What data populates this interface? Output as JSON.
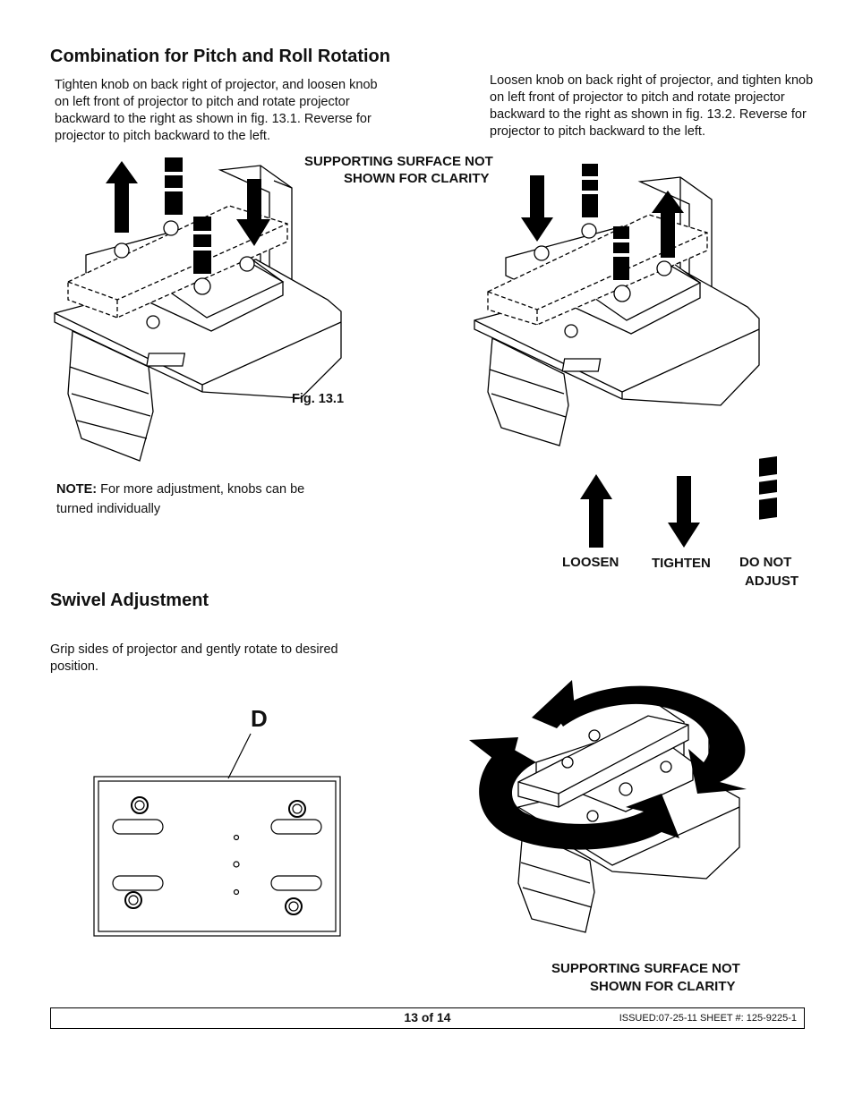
{
  "section1": {
    "title": "Combination for Pitch and Roll Rotation",
    "left_text": "Tighten knob on back right of projector, and loosen knob on left front of projector to pitch and rotate projector backward to the right as shown in fig. 13.1. Reverse for projector to pitch backward to the left.",
    "right_text": "Loosen knob on back right of projector, and tighten knob on left front of projector to pitch and rotate projector backward to the right as shown in fig. 13.2. Reverse for projector to pitch backward to the left.",
    "supporting_line1": "SUPPORTING SURFACE NOT",
    "supporting_line2": "SHOWN FOR CLARITY",
    "fig_label": "Fig. 13.1",
    "note_bold": "NOTE:",
    "note_text": " For more adjustment, knobs can be turned individually"
  },
  "legend": {
    "loosen": "LOOSEN",
    "tighten": "TIGHTEN",
    "do_not_line1": "DO NOT",
    "do_not_line2": "ADJUST"
  },
  "section2": {
    "title": "Swivel Adjustment",
    "text": "Grip sides of projector and gently rotate to desired position.",
    "callout": "D",
    "supporting_line1": "SUPPORTING SURFACE NOT",
    "supporting_line2": "SHOWN FOR CLARITY"
  },
  "footer": {
    "page": "13 of 14",
    "issued": "ISSUED:07-25-11 SHEET #: 125-9225-1"
  }
}
